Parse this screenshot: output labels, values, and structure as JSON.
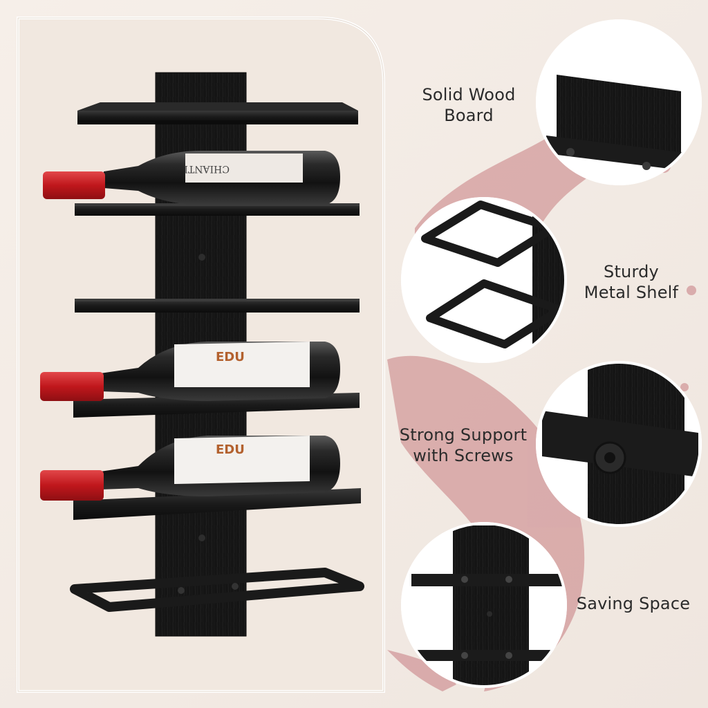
{
  "features": [
    {
      "id": "wood",
      "lines": [
        "Solid Wood",
        "Board"
      ]
    },
    {
      "id": "shelf",
      "lines": [
        "Sturdy",
        "Metal Shelf"
      ]
    },
    {
      "id": "screws",
      "lines": [
        "Strong Support",
        "with Screws"
      ]
    },
    {
      "id": "space",
      "lines": [
        "Saving Space"
      ]
    }
  ],
  "bottles": [
    {
      "label_text": "CHIANTI"
    },
    {
      "label_text": "EDU"
    },
    {
      "label_text": "EDU"
    }
  ],
  "colors": {
    "background": "#f3ece6",
    "panel": "#f1e8e0",
    "metal": "#1c1c1c",
    "wood": "#141414",
    "capsule": "#c91d22",
    "wine_splash": "#c77b80"
  }
}
